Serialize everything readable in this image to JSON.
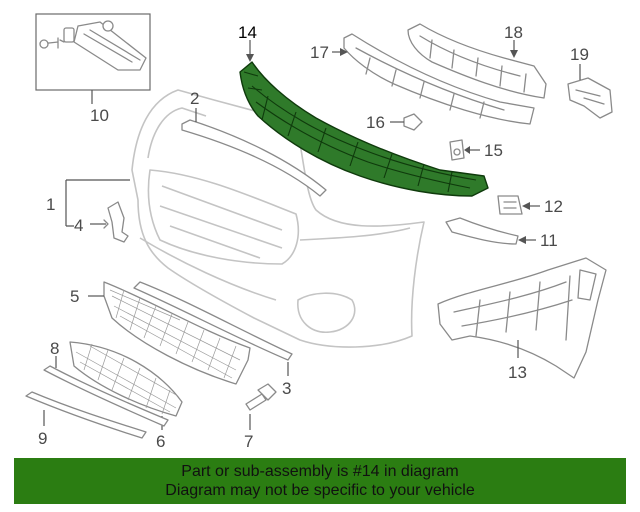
{
  "callouts": {
    "c1": "1",
    "c2": "2",
    "c3": "3",
    "c4": "4",
    "c5": "5",
    "c6": "6",
    "c7": "7",
    "c8": "8",
    "c9": "9",
    "c10": "10",
    "c11": "11",
    "c12": "12",
    "c13": "13",
    "c14": "14",
    "c15": "15",
    "c16": "16",
    "c17": "17",
    "c18": "18",
    "c19": "19"
  },
  "highlight": {
    "part_number": "14",
    "color": "#2f7a2a"
  },
  "banner": {
    "line1": "Part or sub-assembly is #14 in diagram",
    "line2": "Diagram may not be specific to your vehicle",
    "color": "#2b7d12"
  }
}
